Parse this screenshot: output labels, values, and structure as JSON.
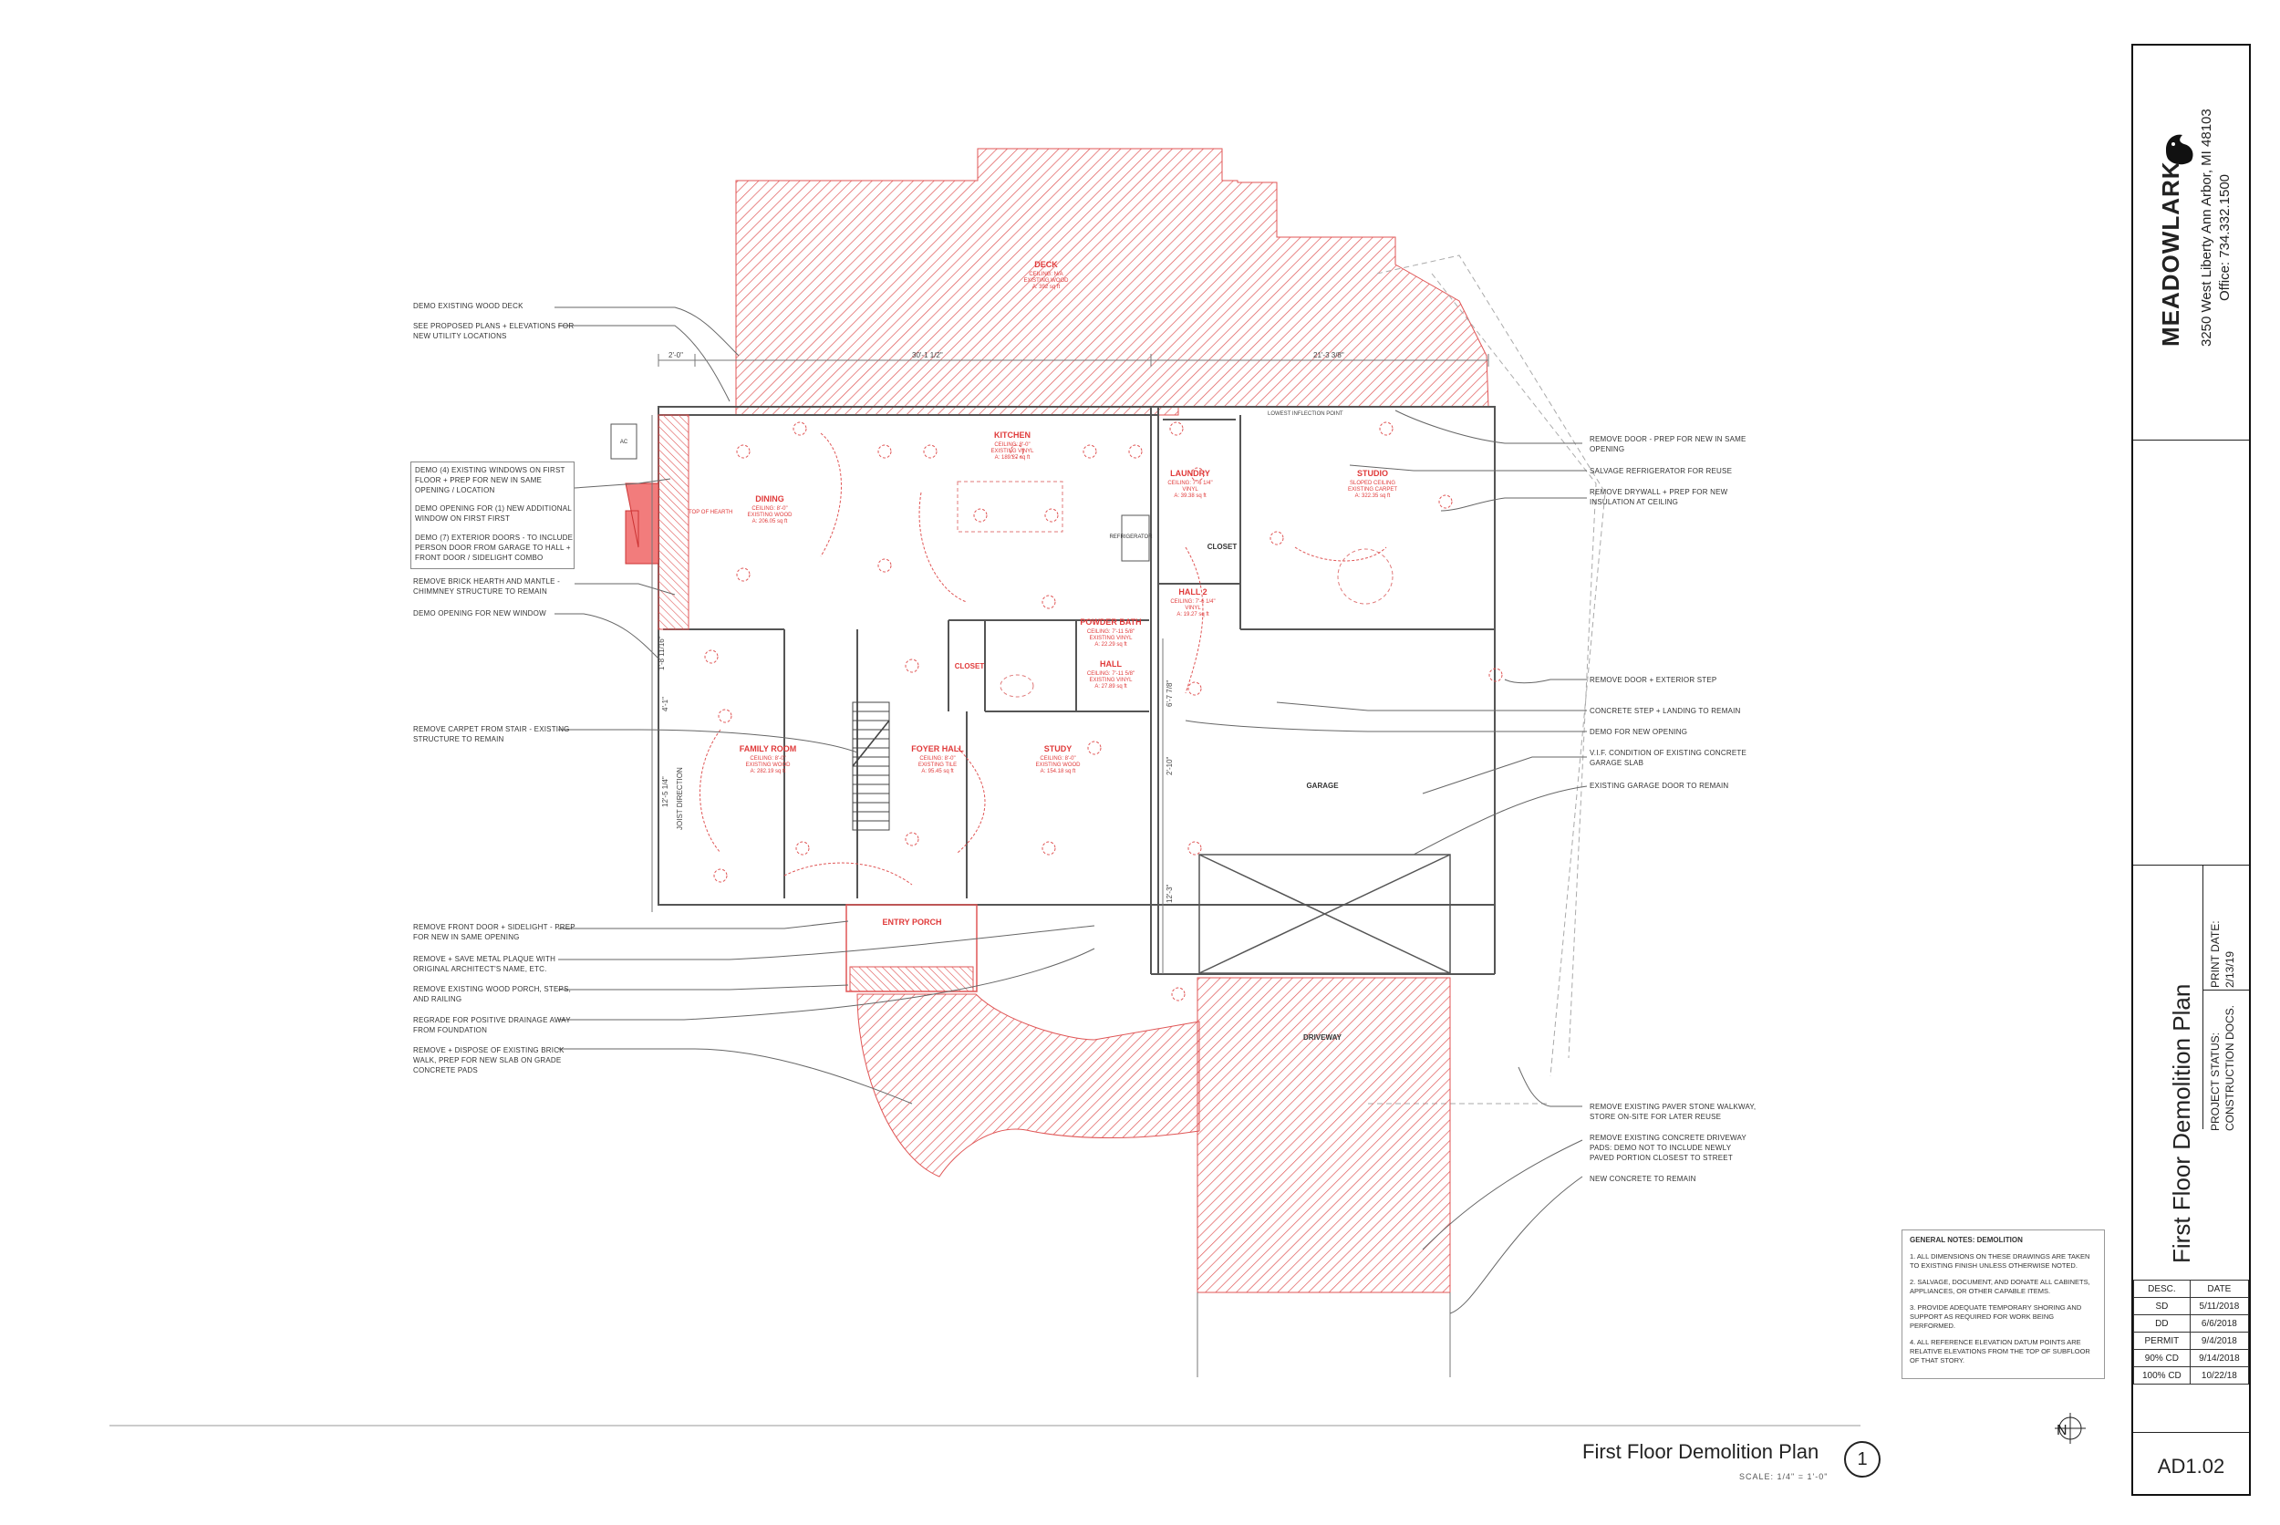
{
  "rooms": {
    "deck": {
      "name": "DECK",
      "l1": "CEILING: N/A",
      "l2": "EXISTING WOOD",
      "l3": "A: 392 sq ft"
    },
    "kitchen": {
      "name": "KITCHEN",
      "l1": "CEILING: 8'-0\"",
      "l2": "EXISTING VINYL",
      "l3": "A: 189.27 sq ft"
    },
    "dining": {
      "name": "DINING",
      "l1": "CEILING: 8'-0\"",
      "l2": "EXISTING WOOD",
      "l3": "A: 206.05 sq ft"
    },
    "laundry": {
      "name": "LAUNDRY",
      "l1": "CEILING: 7'-6 1/4\"",
      "l2": "VINYL",
      "l3": "A: 39.38 sq ft"
    },
    "studio": {
      "name": "STUDIO",
      "l1": "SLOPED CEILING",
      "l2": "EXISTING CARPET",
      "l3": "A: 322.35 sq ft"
    },
    "closet_upper": {
      "name": "CLOSET"
    },
    "hall2": {
      "name": "HALL 2",
      "l1": "CEILING: 7'-6 1/4\"",
      "l2": "VINYL",
      "l3": "A: 19.27 sq ft"
    },
    "powder": {
      "name": "POWDER BATH",
      "l1": "CEILING: 7'-11 5/8\"",
      "l2": "EXISTING VINYL",
      "l3": "A: 22.29 sq ft"
    },
    "hall": {
      "name": "HALL",
      "l1": "CEILING: 7'-11 5/8\"",
      "l2": "EXISTING VINYL",
      "l3": "A: 27.89 sq ft"
    },
    "closet_mid": {
      "name": "CLOSET"
    },
    "family": {
      "name": "FAMILY ROOM",
      "l1": "CEILING: 8'-0\"",
      "l2": "EXISTING WOOD",
      "l3": "A: 282.19 sq ft"
    },
    "foyer": {
      "name": "FOYER HALL",
      "l1": "CEILING: 8'-0\"",
      "l2": "EXISTING TILE",
      "l3": "A: 95.45 sq ft"
    },
    "study": {
      "name": "STUDY",
      "l1": "CEILING: 8'-0\"",
      "l2": "EXISTING WOOD",
      "l3": "A: 154.18 sq ft"
    },
    "garage": {
      "name": "GARAGE"
    },
    "entry": {
      "name": "ENTRY PORCH"
    },
    "driveway": {
      "name": "DRIVEWAY"
    },
    "refrigerator": "REFRIGERATOR",
    "ac": "AC"
  },
  "dimensions": {
    "d1": "2'-0\"",
    "d2": "30'-1 1/2\"",
    "d3": "21'-3 3/8\"",
    "d4": "4'-1\"",
    "d5": "12'-5 1/4\"",
    "d6": "1'-8 11/16\"",
    "d7": "12'-3\"",
    "d8": "6'-7 7/8\"",
    "d9": "2'-10\"",
    "joist": "JOIST DIRECTION",
    "top_hearth": "TOP OF HEARTH",
    "lowest": "LOWEST INFLECTION POINT"
  },
  "left_notes": [
    "DEMO EXISTING WOOD DECK",
    "SEE PROPOSED PLANS + ELEVATIONS FOR\nNEW UTILITY LOCATIONS",
    "DEMO (4) EXISTING WINDOWS ON FIRST\nFLOOR + PREP FOR NEW IN SAME\nOPENING / LOCATION",
    "DEMO OPENING FOR (1) NEW ADDITIONAL\nWINDOW ON FIRST FIRST",
    "DEMO (7) EXTERIOR DOORS - TO INCLUDE\nPERSON DOOR FROM GARAGE TO HALL +\nFRONT DOOR / SIDELIGHT COMBO",
    "REMOVE BRICK HEARTH AND MANTLE -\nCHIMMNEY STRUCTURE TO REMAIN",
    "DEMO OPENING FOR NEW WINDOW",
    "REMOVE CARPET FROM STAIR - EXISTING\nSTRUCTURE TO REMAIN",
    "REMOVE FRONT DOOR + SIDELIGHT - PREP\nFOR NEW IN SAME OPENING",
    "REMOVE + SAVE METAL PLAQUE WITH\nORIGINAL ARCHITECT'S NAME, ETC.",
    "REMOVE EXISTING WOOD PORCH, STEPS,\nAND RAILING",
    "REGRADE FOR POSITIVE DRAINAGE AWAY\nFROM FOUNDATION",
    "REMOVE + DISPOSE OF EXISTING BRICK\nWALK, PREP FOR NEW SLAB ON GRADE\nCONCRETE PADS"
  ],
  "right_notes": [
    "REMOVE DOOR - PREP FOR NEW IN SAME\nOPENING",
    "SALVAGE REFRIGERATOR FOR REUSE",
    "REMOVE DRYWALL + PREP FOR NEW\nINSULATION AT CEILING",
    "REMOVE DOOR + EXTERIOR STEP",
    "CONCRETE STEP + LANDING TO REMAIN",
    "DEMO FOR NEW OPENING",
    "V.I.F. CONDITION OF EXISTING CONCRETE\nGARAGE SLAB",
    "EXISTING GARAGE DOOR TO REMAIN",
    "REMOVE EXISTING PAVER STONE WALKWAY,\nSTORE ON-SITE FOR LATER REUSE",
    "REMOVE EXISTING CONCRETE DRIVEWAY\nPADS: DEMO NOT TO INCLUDE NEWLY\nPAVED PORTION CLOSEST TO STREET",
    "NEW CONCRETE TO REMAIN"
  ],
  "general_notes": {
    "title": "GENERAL NOTES: DEMOLITION",
    "items": [
      "1. ALL DIMENSIONS ON THESE DRAWINGS ARE TAKEN TO EXISTING FINISH UNLESS OTHERWISE NOTED.",
      "2. SALVAGE, DOCUMENT, AND DONATE ALL CABINETS, APPLIANCES, OR OTHER CAPABLE ITEMS.",
      "3. PROVIDE ADEQUATE TEMPORARY SHORING AND SUPPORT AS REQUIRED FOR WORK BEING PERFORMED.",
      "4. ALL REFERENCE ELEVATION DATUM POINTS ARE RELATIVE ELEVATIONS FROM THE TOP OF SUBFLOOR OF THAT STORY."
    ]
  },
  "title_block": {
    "company": "MEADOWLARK",
    "address": "3250 West Liberty Ann Arbor, MI 48103",
    "phone": "Office: 734.332.1500",
    "sheet_title": "First Floor Demolition Plan",
    "status_label": "PROJECT STATUS:",
    "status_value": "CONSTRUCTION DOCS.",
    "print_label": "PRINT DATE:",
    "print_value": "2/13/19",
    "rev_header": {
      "desc": "DESC.",
      "date": "DATE"
    },
    "revisions": [
      {
        "desc": "SD",
        "date": "5/11/2018"
      },
      {
        "desc": "DD",
        "date": "6/6/2018"
      },
      {
        "desc": "PERMIT",
        "date": "9/4/2018"
      },
      {
        "desc": "90% CD",
        "date": "9/14/2018"
      },
      {
        "desc": "100% CD",
        "date": "10/22/18"
      }
    ],
    "sheet_number": "AD1.02"
  },
  "plan_title": {
    "title": "First Floor Demolition Plan",
    "scale": "SCALE: 1/4\" = 1'-0\"",
    "number": "1",
    "north": "N"
  },
  "colors": {
    "demo": "#e03a3a",
    "line": "#777777",
    "ink": "#222222"
  }
}
